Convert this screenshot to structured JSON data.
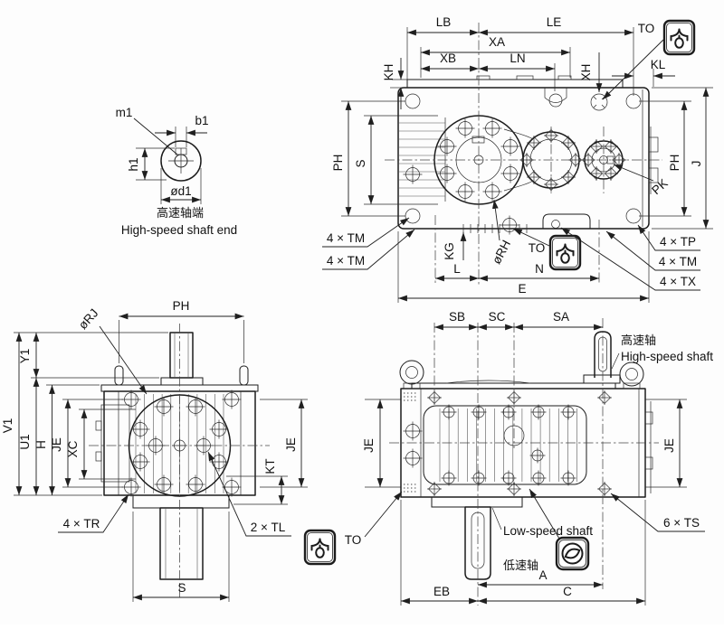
{
  "drawing": {
    "shaft_end_detail": {
      "m1": "m1",
      "b1": "b1",
      "h1": "h1",
      "d1": "ød1",
      "caption_zh": "高速轴端",
      "caption_en": "High-speed shaft end"
    },
    "top_view": {
      "lb": "LB",
      "le": "LE",
      "xa": "XA",
      "xb": "XB",
      "ln": "LN",
      "kh": "KH",
      "xh": "XH",
      "kl": "KL",
      "to": "TO",
      "s": "S",
      "ph": "PH",
      "j": "J",
      "pk": "PK",
      "kg": "KG",
      "rh": "øRH",
      "l": "L",
      "n": "N",
      "e": "E",
      "tm4": "4 × TM",
      "tp4": "4 × TP",
      "tx4": "4 × TX"
    },
    "front_view": {
      "rj": "øRJ",
      "ph": "PH",
      "y1": "Y1",
      "v1": "V1",
      "u1": "U1",
      "h": "H",
      "je": "JE",
      "xc": "XC",
      "kt": "KT",
      "s": "S",
      "tr4": "4 × TR",
      "tl2": "2 × TL"
    },
    "side_view": {
      "sb": "SB",
      "sc": "SC",
      "sa": "SA",
      "je": "JE",
      "a": "A",
      "c": "C",
      "eb": "EB",
      "to": "TO",
      "ts6": "6 × TS",
      "hs_zh": "高速轴",
      "hs_en": "High-speed shaft",
      "ls_en": "Low-speed shaft",
      "ls_zh": "低速轴"
    },
    "icons": {
      "breather": "oil-breather-drain-plug",
      "sight_glass": "oil-level-sight-glass"
    },
    "colors": {
      "line": "#1c1c1c",
      "background": "#fdfdfd"
    }
  }
}
